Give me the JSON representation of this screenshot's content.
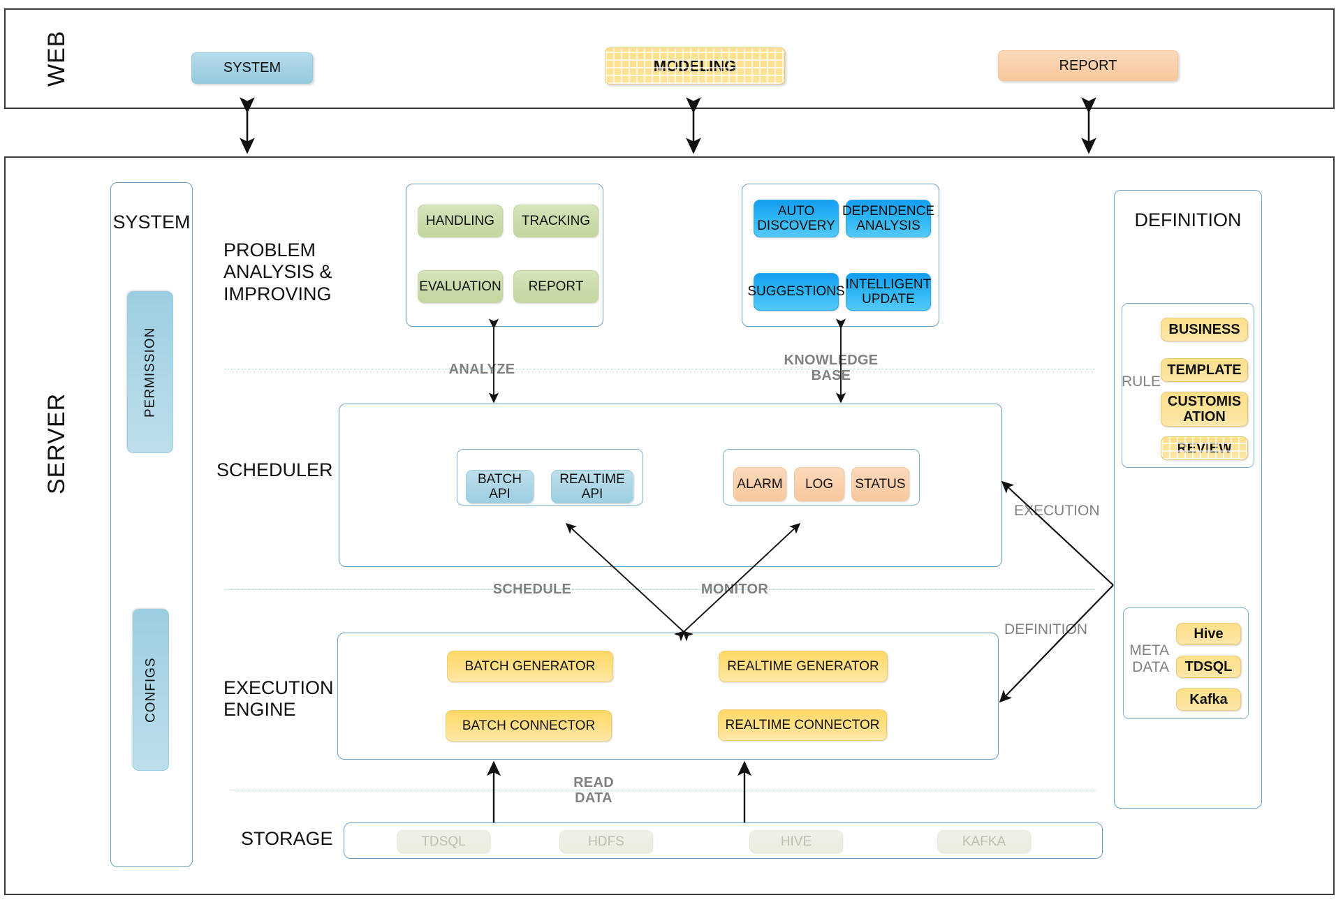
{
  "layers": {
    "web": {
      "tag": "WEB"
    },
    "server": {
      "tag": "SERVER"
    }
  },
  "web_buttons": [
    {
      "label": "SYSTEM",
      "color": "#a3d1e4",
      "texture": "plain"
    },
    {
      "label": "MODELING",
      "color": "#ffe08a",
      "texture": "grid"
    },
    {
      "label": "REPORT",
      "color": "#f8c89d",
      "texture": "plain"
    }
  ],
  "system_panel": {
    "title": "SYSTEM",
    "items": [
      {
        "label": "PERMISSION",
        "color": "#a9d5e6"
      },
      {
        "label": "CONFIGS",
        "color": "#a9d5e6"
      }
    ]
  },
  "sections": {
    "problem_analysis": "PROBLEM\nANALYSIS &\nIMPROVING",
    "problem_analysis_lines": [
      "PROBLEM",
      "ANALYSIS &",
      "IMPROVING"
    ],
    "scheduler": "SCHEDULER",
    "execution_engine_lines": [
      "EXECUTION",
      "ENGINE"
    ],
    "storage": "STORAGE"
  },
  "problem_analysis_panel": {
    "items": [
      "HANDLING",
      "TRACKING",
      "EVALUATION",
      "REPORT"
    ],
    "color": "#cadcaa"
  },
  "knowledge_panel": {
    "items": [
      "AUTO DISCOVERY",
      "DEPENDENCE ANALYSIS",
      "SUGGESTIONS",
      "INTELLIGENT UPDATE"
    ],
    "items_lines": [
      [
        "AUTO",
        "DISCOVERY"
      ],
      [
        "DEPENDENCE",
        "ANALYSIS"
      ],
      [
        "SUGGESTIONS",
        ""
      ],
      [
        "INTELLIGENT",
        "UPDATE"
      ]
    ],
    "color": "#2bb4f4"
  },
  "scheduler_panel": {
    "api_group": {
      "items": [
        "BATCH API",
        "REALTIME API"
      ],
      "color": "#a9d5e6"
    },
    "monitor_group": {
      "items": [
        "ALARM",
        "LOG",
        "STATUS"
      ],
      "color": "#f9cfa9"
    }
  },
  "execution_panel": {
    "items": [
      "BATCH GENERATOR",
      "REALTIME GENERATOR",
      "BATCH CONNECTOR",
      "REALTIME CONNECTOR"
    ],
    "color": "#ffd966"
  },
  "storage_panel": {
    "items": [
      "TDSQL",
      "HDFS",
      "HIVE",
      "KAFKA"
    ],
    "color": "#eef2e6"
  },
  "definition_panel": {
    "title": "DEFINITION",
    "rule": {
      "label": "RULE",
      "items": [
        "BUSINESS",
        "TEMPLATE",
        "CUSTOMIS ATION",
        "REVIEW"
      ],
      "items_lines": [
        [
          "BUSINESS",
          ""
        ],
        [
          "TEMPLATE",
          ""
        ],
        [
          "CUSTOMIS",
          "ATION"
        ],
        [
          "REVIEW",
          ""
        ]
      ],
      "textures": [
        "plain",
        "plain",
        "plain",
        "grid"
      ],
      "color": "#fde39a"
    },
    "meta": {
      "label_lines": [
        "META",
        "DATA"
      ],
      "items": [
        "Hive",
        "TDSQL",
        "Kafka"
      ],
      "color": "#fde39a"
    }
  },
  "flow_labels": {
    "analyze": "ANALYZE",
    "knowledge_base_lines": [
      "KNOWLEDGE",
      "BASE"
    ],
    "schedule": "SCHEDULE",
    "monitor": "MONITOR",
    "read_data_lines": [
      "READ",
      "DATA"
    ],
    "execution": "EXECUTION",
    "definition": "DEFINITION"
  },
  "colors": {
    "frame": "#3b3b3b",
    "panel_border": "#6a9ec4",
    "separator": "#9ed5e2",
    "muted_text": "#808080"
  }
}
